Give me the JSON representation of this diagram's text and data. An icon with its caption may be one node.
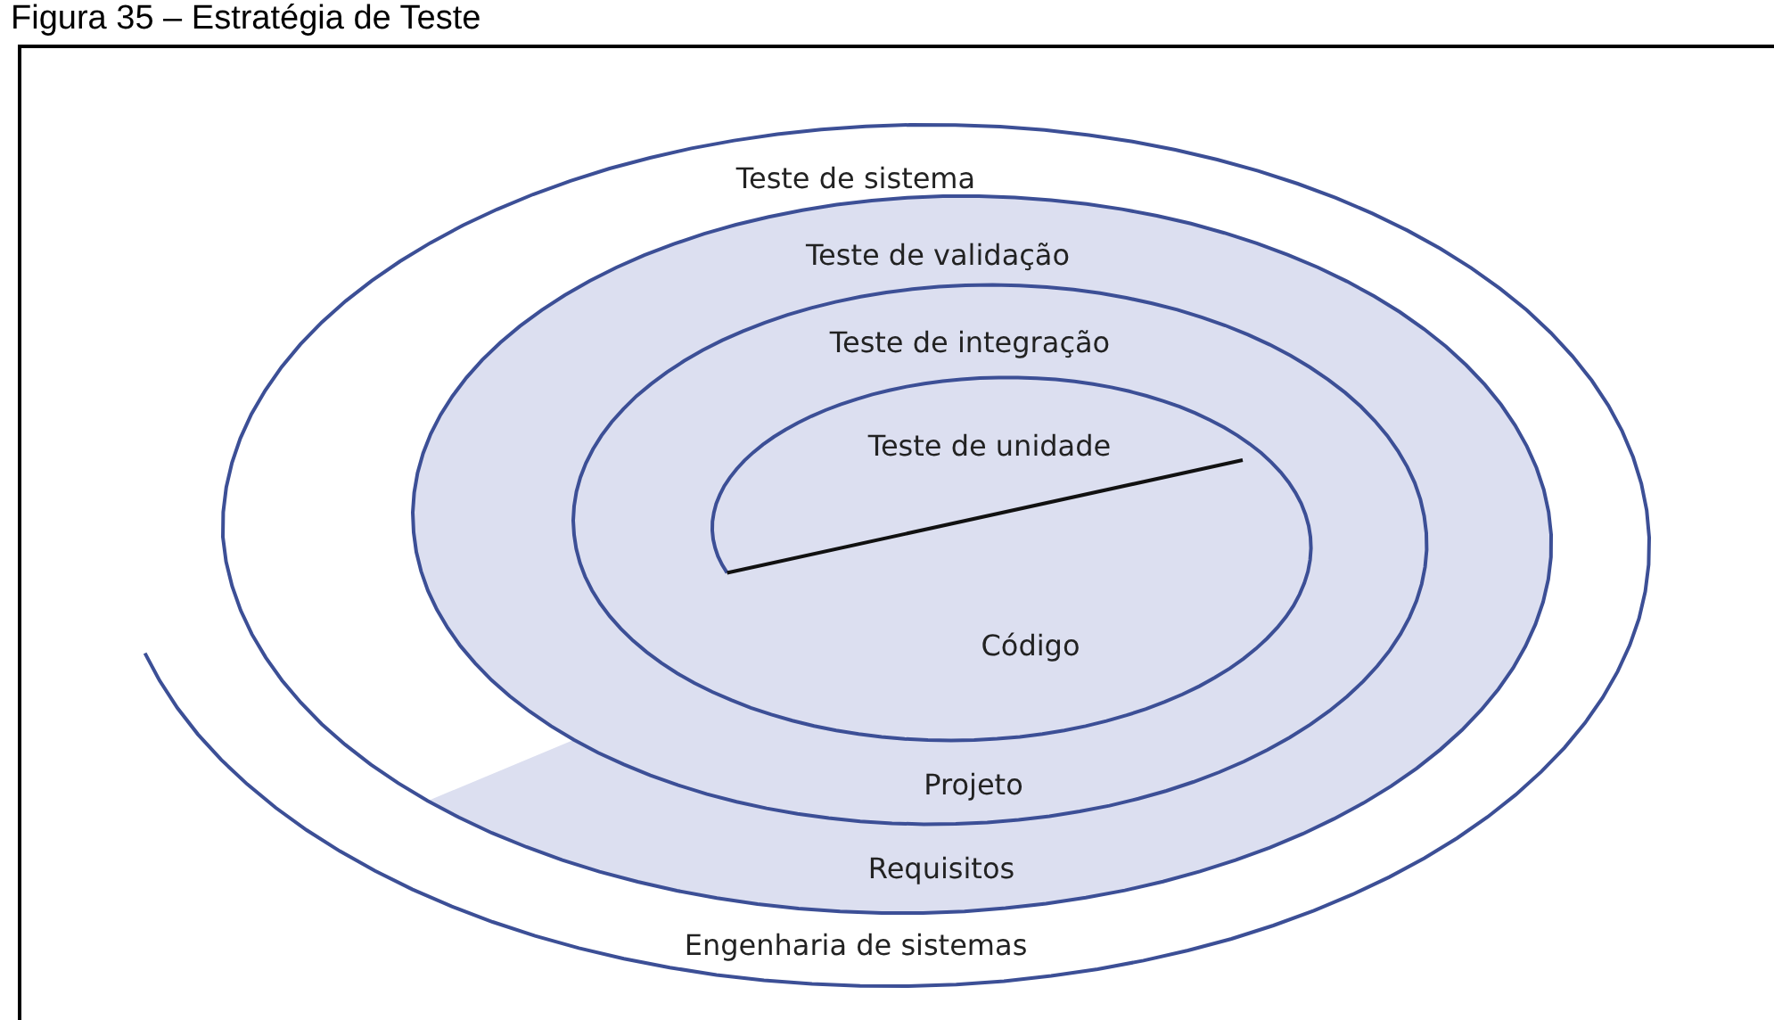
{
  "diagram": {
    "title": "Figura 35 – Estratégia de Teste",
    "labels": [
      "Teste de sistema",
      "Teste de validação",
      "Teste de integração",
      "Teste de unidade",
      "Código",
      "Projeto",
      "Requisitos",
      "Engenharia de sistemas"
    ]
  }
}
